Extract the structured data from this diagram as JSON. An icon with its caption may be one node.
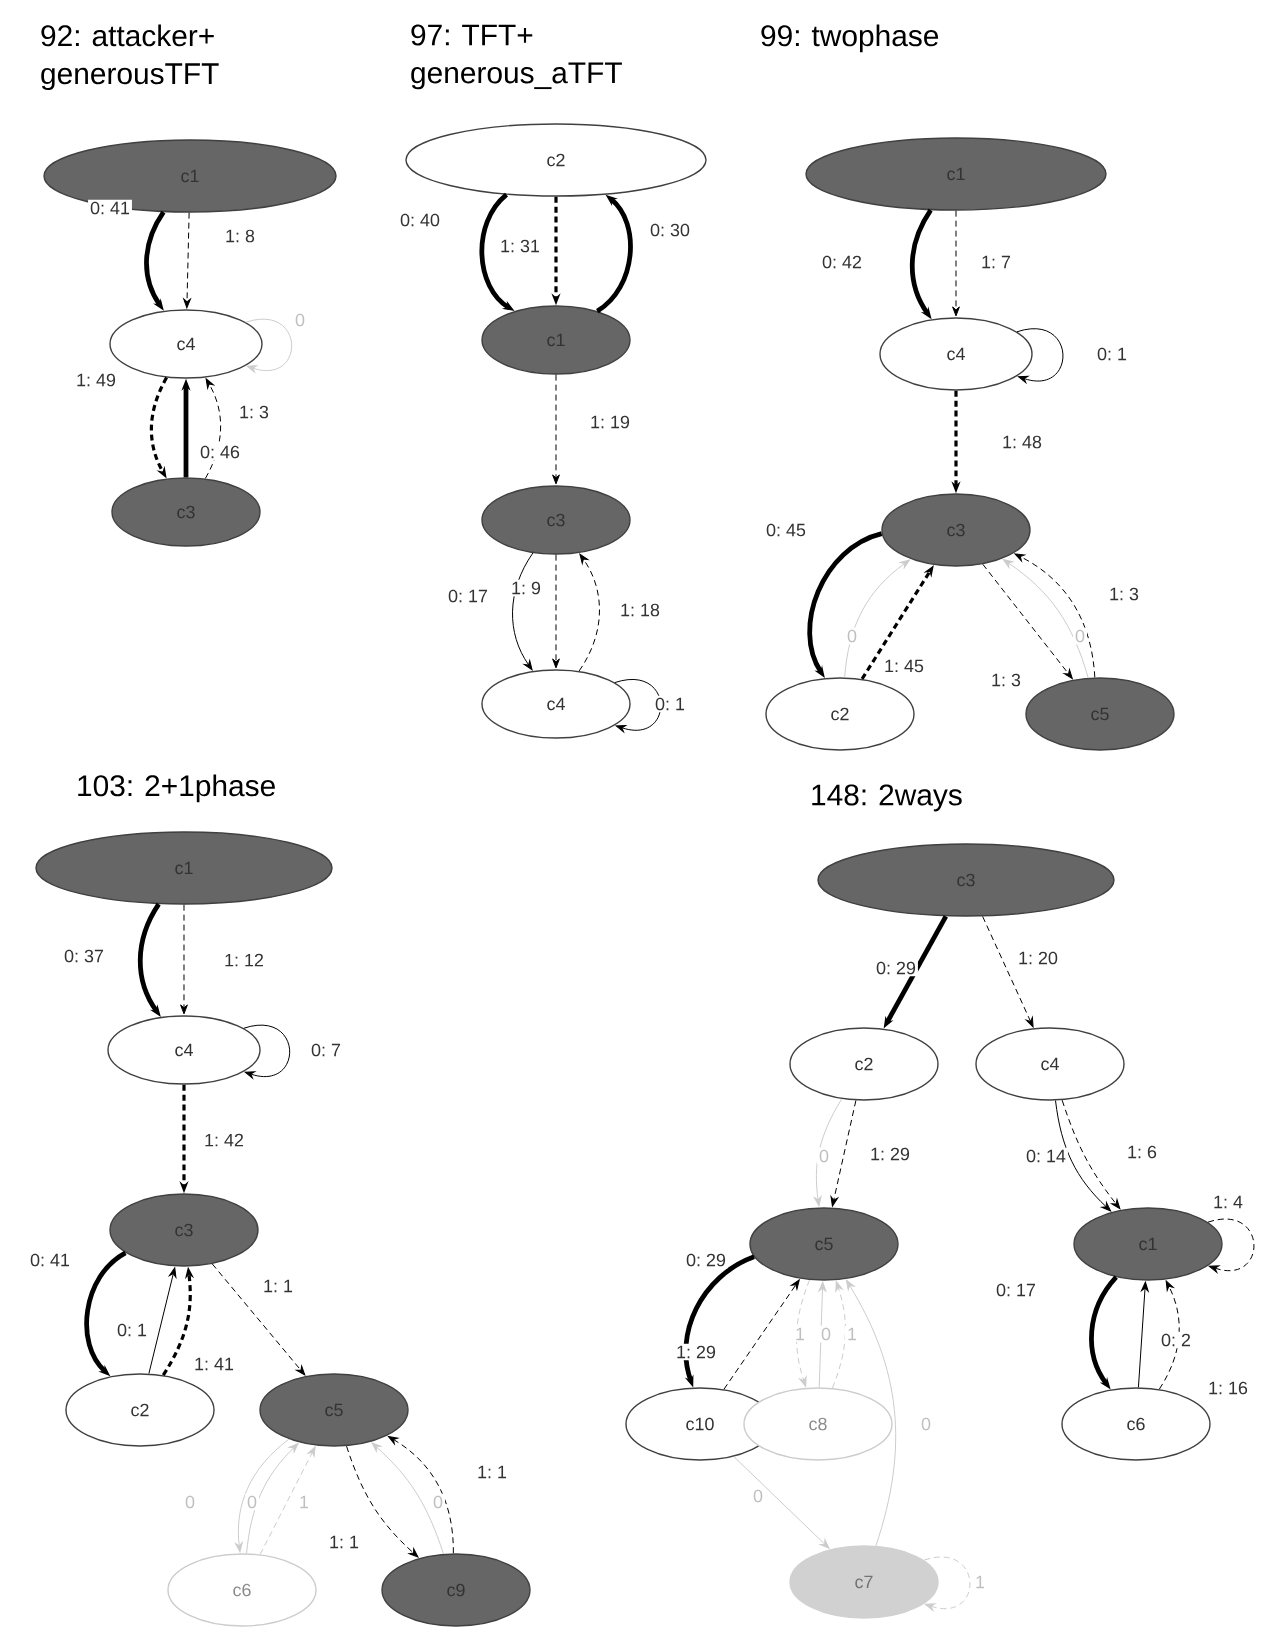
{
  "diagram": {
    "nodes": [
      {
        "text": [
          "c1"
        ]
      },
      {
        "text": [
          "c4"
        ]
      },
      {
        "text": [
          "c3"
        ]
      },
      {
        "text": [
          "c2"
        ]
      },
      {
        "text": [
          "c1"
        ]
      },
      {
        "text": [
          "c3"
        ]
      },
      {
        "text": [
          "c4"
        ]
      },
      {
        "text": [
          "c1"
        ]
      },
      {
        "text": [
          "c4"
        ]
      },
      {
        "text": [
          "c3"
        ]
      },
      {
        "text": [
          "c2"
        ]
      },
      {
        "text": [
          "c5"
        ]
      },
      {
        "text": [
          "c1"
        ]
      },
      {
        "text": [
          "c4"
        ]
      },
      {
        "text": [
          "c3"
        ]
      },
      {
        "text": [
          "c2"
        ]
      },
      {
        "text": [
          "c5"
        ]
      },
      {
        "text": [
          "c6"
        ]
      },
      {
        "text": [
          "c9"
        ]
      },
      {
        "text": [
          "c3"
        ]
      },
      {
        "text": [
          "c2"
        ]
      },
      {
        "text": [
          "c4"
        ]
      },
      {
        "text": [
          "c5"
        ]
      },
      {
        "text": [
          "c1"
        ]
      },
      {
        "text": [
          "c10"
        ]
      },
      {
        "text": [
          "c8"
        ]
      },
      {
        "text": [
          "c6"
        ]
      },
      {
        "text": [
          "c7"
        ]
      }
    ],
    "edges": [
      {
        "from": 0,
        "to": 1,
        "arrow": "to",
        "label": "0: 41",
        "style": "thick"
      },
      {
        "from": 0,
        "to": 1,
        "arrow": "to",
        "label": "1: 8",
        "style": "dashed"
      },
      {
        "from": 1,
        "to": 1,
        "arrow": "to",
        "label": "0",
        "color": "#cccccc"
      },
      {
        "from": 1,
        "to": 2,
        "arrow": "to",
        "label": "1: 49",
        "style": "dashed"
      },
      {
        "from": 2,
        "to": 1,
        "arrow": "to",
        "label": "0: 46",
        "style": "thick"
      },
      {
        "from": 2,
        "to": 1,
        "arrow": "to",
        "label": "1: 3",
        "style": "dashed"
      },
      {
        "from": 3,
        "to": 4,
        "arrow": "to",
        "label": "0: 40",
        "style": "thick"
      },
      {
        "from": 3,
        "to": 4,
        "arrow": "to",
        "label": "1: 31",
        "style": "dashed"
      },
      {
        "from": 4,
        "to": 3,
        "arrow": "to",
        "label": "0: 30",
        "style": "thick"
      },
      {
        "from": 4,
        "to": 5,
        "arrow": "to",
        "label": "1: 19",
        "style": "dashed"
      },
      {
        "from": 5,
        "to": 6,
        "arrow": "to",
        "label": "0: 17"
      },
      {
        "from": 5,
        "to": 6,
        "arrow": "to",
        "label": "1: 9",
        "style": "dashed"
      },
      {
        "from": 6,
        "to": 5,
        "arrow": "to",
        "label": "1: 18",
        "style": "dashed"
      },
      {
        "from": 6,
        "to": 6,
        "arrow": "to",
        "label": "0: 1"
      },
      {
        "from": 7,
        "to": 8,
        "arrow": "to",
        "label": "0: 42",
        "style": "thick"
      },
      {
        "from": 7,
        "to": 8,
        "arrow": "to",
        "label": "1: 7",
        "style": "dashed"
      },
      {
        "from": 8,
        "to": 8,
        "arrow": "to",
        "label": "0: 1"
      },
      {
        "from": 8,
        "to": 9,
        "arrow": "to",
        "label": "1: 48",
        "style": "dashed"
      },
      {
        "from": 9,
        "to": 10,
        "arrow": "to",
        "label": "0: 45",
        "style": "thick"
      },
      {
        "from": 10,
        "to": 9,
        "arrow": "to",
        "label": "0",
        "color": "#cccccc"
      },
      {
        "from": 10,
        "to": 9,
        "arrow": "to",
        "label": "1: 45",
        "style": "dashed"
      },
      {
        "from": 9,
        "to": 11,
        "arrow": "to",
        "label": "1: 3",
        "style": "dashed"
      },
      {
        "from": 11,
        "to": 9,
        "arrow": "to",
        "label": "0",
        "color": "#cccccc"
      },
      {
        "from": 11,
        "to": 9,
        "arrow": "to",
        "label": "1: 3",
        "style": "dashed"
      },
      {
        "from": 12,
        "to": 13,
        "arrow": "to",
        "label": "0: 37",
        "style": "thick"
      },
      {
        "from": 12,
        "to": 13,
        "arrow": "to",
        "label": "1: 12",
        "style": "dashed"
      },
      {
        "from": 13,
        "to": 13,
        "arrow": "to",
        "label": "0: 7"
      },
      {
        "from": 13,
        "to": 14,
        "arrow": "to",
        "label": "1: 42",
        "style": "dashed"
      },
      {
        "from": 14,
        "to": 15,
        "arrow": "to",
        "label": "0: 41",
        "style": "thick"
      },
      {
        "from": 15,
        "to": 14,
        "arrow": "to",
        "label": "0: 1"
      },
      {
        "from": 15,
        "to": 14,
        "arrow": "to",
        "label": "1: 41",
        "style": "dashed"
      },
      {
        "from": 14,
        "to": 16,
        "arrow": "to",
        "label": "1: 1",
        "style": "dashed"
      },
      {
        "from": 16,
        "to": 17,
        "arrow": "to",
        "label": "0",
        "color": "#cccccc"
      },
      {
        "from": 17,
        "to": 16,
        "arrow": "to",
        "label": "0",
        "color": "#cccccc"
      },
      {
        "from": 17,
        "to": 16,
        "arrow": "to",
        "label": "1",
        "style": "dashed",
        "color": "#cccccc"
      },
      {
        "from": 16,
        "to": 18,
        "arrow": "to",
        "label": "1: 1",
        "style": "dashed"
      },
      {
        "from": 18,
        "to": 16,
        "arrow": "to",
        "label": "0",
        "color": "#cccccc"
      },
      {
        "from": 18,
        "to": 16,
        "arrow": "to",
        "label": "1: 1",
        "style": "dashed"
      },
      {
        "from": 19,
        "to": 20,
        "arrow": "to",
        "label": "0: 29",
        "style": "thick"
      },
      {
        "from": 19,
        "to": 21,
        "arrow": "to",
        "label": "1: 20",
        "style": "dashed"
      },
      {
        "from": 20,
        "to": 22,
        "arrow": "to",
        "label": "0",
        "color": "#cccccc"
      },
      {
        "from": 20,
        "to": 22,
        "arrow": "to",
        "label": "1: 29",
        "style": "dashed"
      },
      {
        "from": 21,
        "to": 23,
        "arrow": "to",
        "label": "0: 14"
      },
      {
        "from": 21,
        "to": 23,
        "arrow": "to",
        "label": "1: 6",
        "style": "dashed"
      },
      {
        "from": 23,
        "to": 23,
        "arrow": "to",
        "label": "1: 4",
        "style": "dashed"
      },
      {
        "from": 22,
        "to": 24,
        "arrow": "to",
        "label": "0: 29",
        "style": "thick"
      },
      {
        "from": 24,
        "to": 22,
        "arrow": "to",
        "label": "1: 29",
        "style": "dashed"
      },
      {
        "from": 22,
        "to": 25,
        "arrow": "to",
        "label": "1",
        "style": "dashed",
        "color": "#cccccc"
      },
      {
        "from": 25,
        "to": 22,
        "arrow": "to",
        "label": "0",
        "color": "#cccccc"
      },
      {
        "from": 25,
        "to": 22,
        "arrow": "to",
        "label": "1",
        "style": "dashed",
        "color": "#cccccc"
      },
      {
        "from": 24,
        "to": 27,
        "arrow": "to",
        "label": "0",
        "color": "#cccccc"
      },
      {
        "from": 27,
        "to": 22,
        "arrow": "to",
        "label": "0",
        "color": "#cccccc"
      },
      {
        "from": 27,
        "to": 27,
        "arrow": "to",
        "label": "1",
        "style": "dashed",
        "color": "#cccccc"
      },
      {
        "from": 23,
        "to": 26,
        "arrow": "to",
        "label": "0: 17",
        "style": "thick"
      },
      {
        "from": 26,
        "to": 23,
        "arrow": "to",
        "label": "0: 2"
      },
      {
        "from": 26,
        "to": 23,
        "arrow": "to",
        "label": "1: 16",
        "style": "dashed"
      }
    ],
    "labels": [
      "92: attacker+ generousTFT",
      "97: TFT+ generous_aTFT",
      "99: twophase",
      "103: 2+1phase",
      "148: 2ways"
    ]
  }
}
